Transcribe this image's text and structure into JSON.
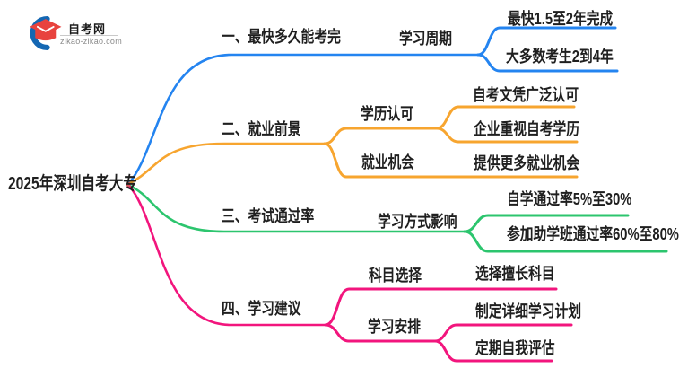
{
  "logo": {
    "site_name": "自考网",
    "site_domain": "zikao-zikao.com"
  },
  "root_label": "2025年深圳自考大专",
  "colors": {
    "branch1_blue": "#2484f0",
    "branch2_orange": "#f7a52f",
    "branch3_green": "#2cc56e",
    "branch4_pink": "#f2157d",
    "node_text": "#1f1f1f",
    "logo_blue": "#1467b3",
    "logo_red": "#e8433e"
  },
  "branches": [
    {
      "label": "一、最快多久能考完",
      "color": "#2484f0",
      "children": [
        {
          "label": "学习周期",
          "children": [
            {
              "label": "最快1.5至2年完成"
            },
            {
              "label": "大多数考生2到4年"
            }
          ]
        }
      ]
    },
    {
      "label": "二、就业前景",
      "color": "#f7a52f",
      "children": [
        {
          "label": "学历认可",
          "children": [
            {
              "label": "自考文凭广泛认可"
            },
            {
              "label": "企业重视自考学历"
            }
          ]
        },
        {
          "label": "就业机会",
          "children": [
            {
              "label": "提供更多就业机会"
            }
          ]
        }
      ]
    },
    {
      "label": "三、考试通过率",
      "color": "#2cc56e",
      "children": [
        {
          "label": "学习方式影响",
          "children": [
            {
              "label": "自学通过率5%至30%"
            },
            {
              "label": "参加助学班通过率60%至80%"
            }
          ]
        }
      ]
    },
    {
      "label": "四、学习建议",
      "color": "#f2157d",
      "children": [
        {
          "label": "科目选择",
          "children": [
            {
              "label": "选择擅长科目"
            }
          ]
        },
        {
          "label": "学习安排",
          "children": [
            {
              "label": "制定详细学习计划"
            },
            {
              "label": "定期自我评估"
            }
          ]
        }
      ]
    }
  ]
}
